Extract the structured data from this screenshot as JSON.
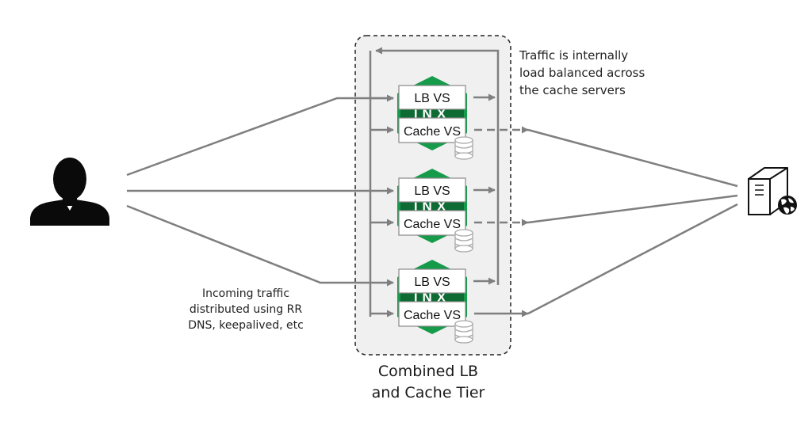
{
  "tier": {
    "label_lines": [
      "Combined LB",
      "and Cache Tier"
    ],
    "fill": "#f0f0f0",
    "border": "#222222"
  },
  "notes": {
    "internal": [
      "Traffic is internally",
      "load balanced across",
      "the cache servers"
    ],
    "incoming": [
      "Incoming traffic",
      "distributed using RR",
      "DNS, keepalived, etc"
    ]
  },
  "nodes": [
    {
      "lb_label": "LB VS",
      "cache_label": "Cache VS"
    },
    {
      "lb_label": "LB VS",
      "cache_label": "Cache VS"
    },
    {
      "lb_label": "LB VS",
      "cache_label": "Cache VS"
    }
  ],
  "logo_text": "INX",
  "icons": {
    "user": "user-icon",
    "server": "web-server-icon",
    "database": "database-icon"
  },
  "colors": {
    "arrow": "#7f7f7f",
    "logo_green": "#169b4b",
    "logo_dark": "#0e6b34",
    "box_border": "#888888",
    "user": "#0a0a0a"
  }
}
